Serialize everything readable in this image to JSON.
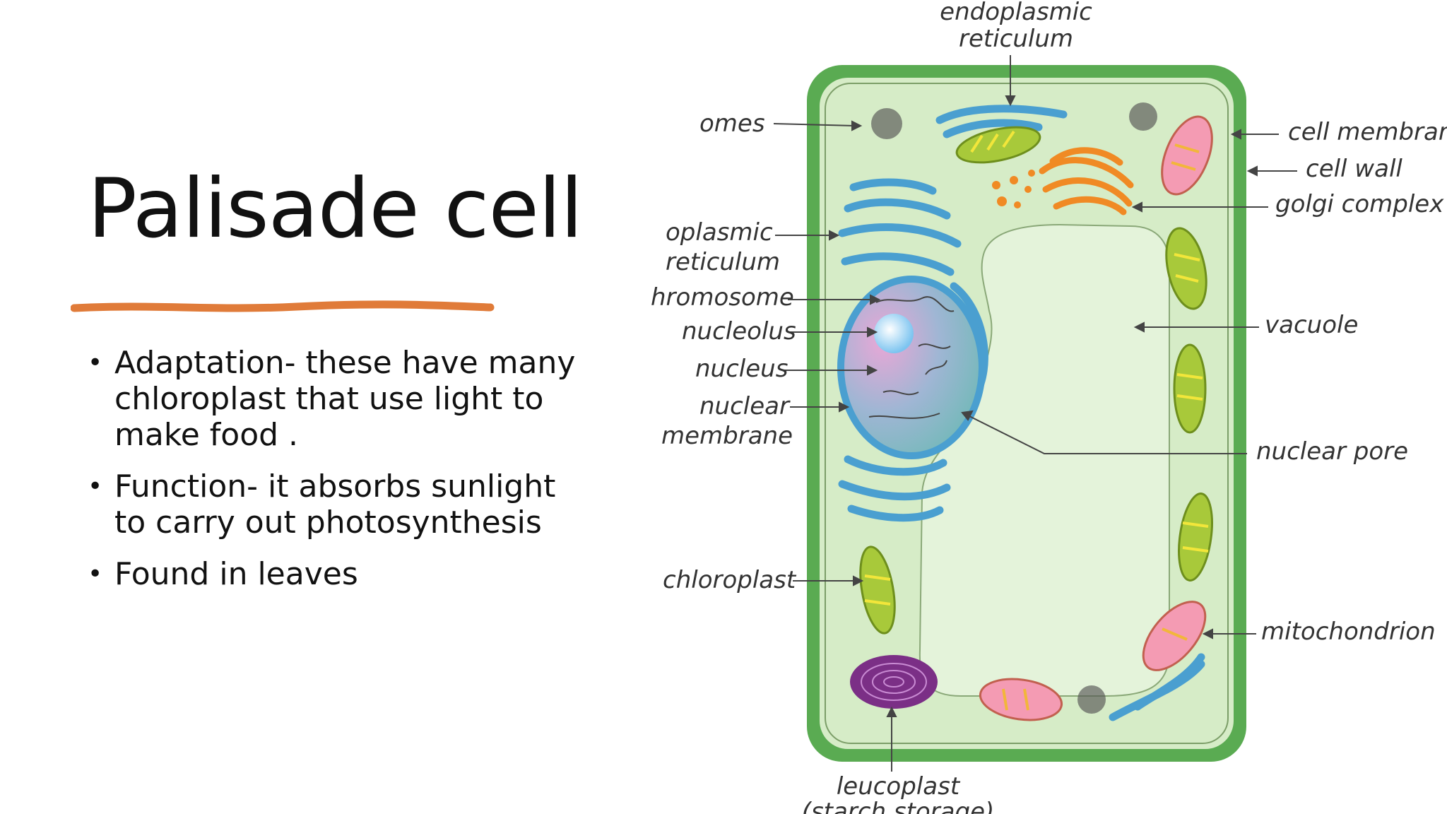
{
  "slide": {
    "title": "Palisade cell",
    "accent_color": "#e07b39",
    "bullets": [
      "Adaptation-  these have many chloroplast that use light to make food .",
      "Function- it absorbs sunlight to carry out photosynthesis",
      "Found in leaves"
    ]
  },
  "diagram": {
    "labels": {
      "endoplasmic_top": [
        "endoplasmic",
        "reticulum"
      ],
      "ribosomes": "omes",
      "endoplasmic_left": [
        "oplasmic",
        "reticulum"
      ],
      "chromosome": "hromosome",
      "nucleolus": "nucleolus",
      "nucleus": "nucleus",
      "nuclear_membrane": [
        "nuclear",
        "membrane"
      ],
      "chloroplast": "chloroplast",
      "leucoplast": [
        "leucoplast",
        "(starch storage)"
      ],
      "cell_membrane": "cell membrane",
      "cell_wall": "cell wall",
      "golgi_complex": "golgi complex",
      "vacuole": "vacuole",
      "nuclear_pore": "nuclear pore",
      "mitochondrion": "mitochondrion"
    },
    "colors": {
      "cell_wall": "#5aab52",
      "cytoplasm": "#d6ecc7",
      "vacuole": "#e4f3da",
      "er": "#4a9fd0",
      "chloroplast": "#a8c93a",
      "golgi": "#f08a24",
      "mitochondrion": "#f49bb3",
      "leucoplast": "#7b2f86"
    }
  }
}
